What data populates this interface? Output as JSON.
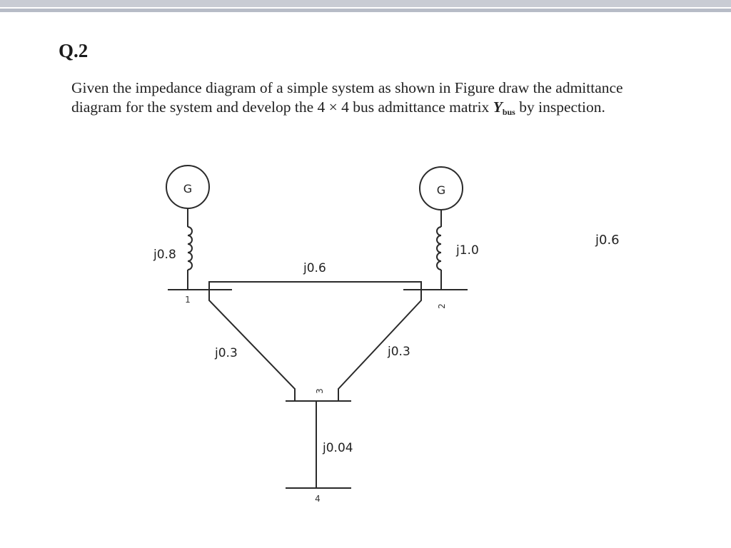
{
  "header": {
    "question_label": "Q.2"
  },
  "problem": {
    "text_before": "Given the impedance diagram of a simple system as shown in Figure  draw the admittance diagram for the system and develop the 4 × 4 bus admittance matrix ",
    "symbol": "Y",
    "symbol_sub": "bus",
    "text_after": " by inspection."
  },
  "diagram": {
    "generators": [
      {
        "label": "G"
      },
      {
        "label": "G"
      }
    ],
    "buses": [
      {
        "label": "1"
      },
      {
        "label": "2"
      },
      {
        "label": "3"
      },
      {
        "label": "4"
      }
    ],
    "impedances": {
      "gen1": "j0.8",
      "gen2": "j1.0",
      "line_1_2": "j0.6",
      "line_1_3": "j0.3",
      "line_2_3": "j0.3",
      "line_3_4": "j0.04"
    },
    "side_note": "j0.6"
  }
}
